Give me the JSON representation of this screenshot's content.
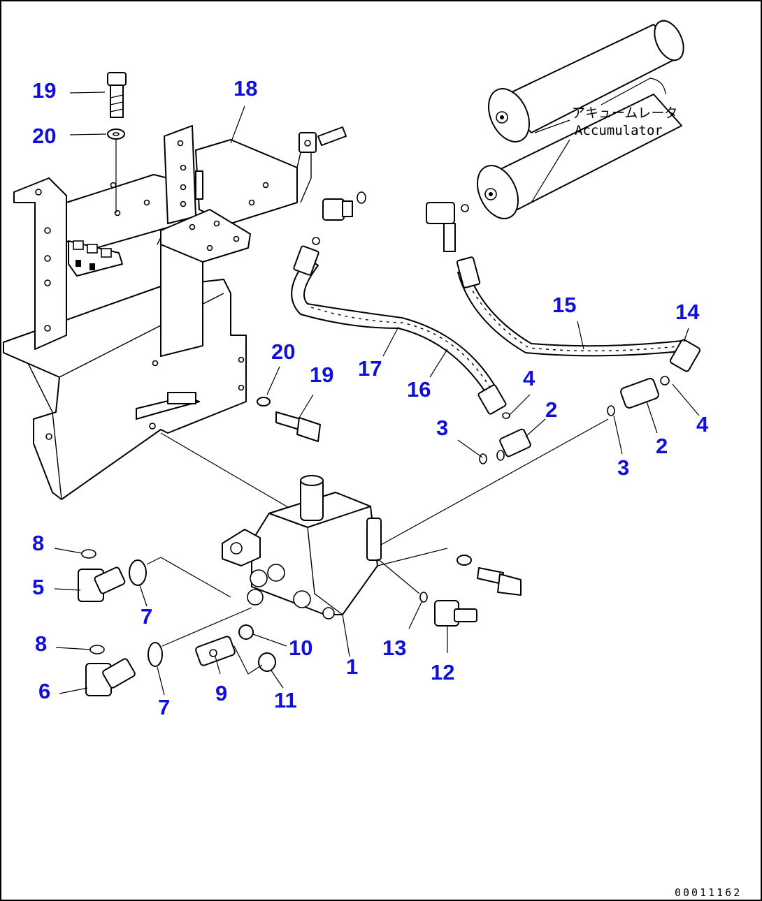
{
  "drawing": {
    "code": "00011162",
    "accumulator_label_jp": "アキュームレータ",
    "accumulator_label_en": "Accumulator"
  },
  "callouts": {
    "c1": "1",
    "c2a": "2",
    "c2b": "2",
    "c3a": "3",
    "c3b": "3",
    "c4a": "4",
    "c4b": "4",
    "c5": "5",
    "c6": "6",
    "c7a": "7",
    "c7b": "7",
    "c8a": "8",
    "c8b": "8",
    "c9": "9",
    "c10": "10",
    "c11": "11",
    "c12": "12",
    "c13": "13",
    "c14": "14",
    "c15": "15",
    "c16": "16",
    "c17": "17",
    "c18": "18",
    "c19a": "19",
    "c19b": "19",
    "c20a": "20",
    "c20b": "20"
  }
}
